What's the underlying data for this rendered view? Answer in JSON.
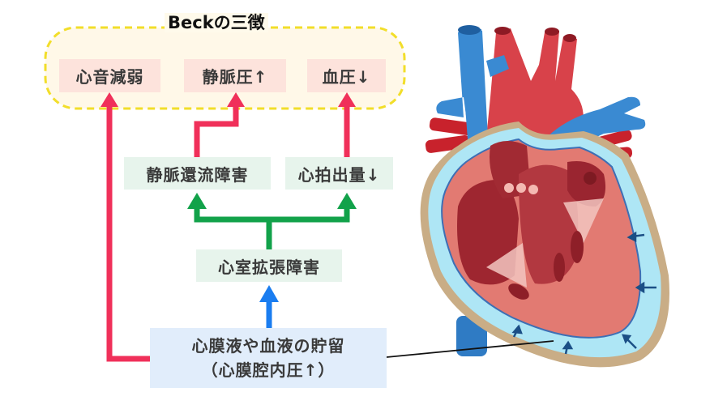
{
  "title": "Beckの三徴",
  "triad": [
    {
      "label": "心音減弱"
    },
    {
      "label": "静脈圧↑"
    },
    {
      "label": "血圧↓"
    }
  ],
  "intermediate": [
    {
      "label": "静脈還流障害"
    },
    {
      "label": "心拍出量↓"
    }
  ],
  "mechanism": {
    "label": "心室拡張障害"
  },
  "cause": {
    "line1": "心膜液や血液の貯留",
    "line2": "（心膜腔内圧↑）"
  },
  "colors": {
    "red_arrow": "#f0305a",
    "green_arrow": "#12a24a",
    "blue_arrow": "#1a7df0",
    "dashed_border": "#f2de2a",
    "triad_bg": "#fde3dc",
    "group_bg": "#fff8e8",
    "green_box_bg": "#e7f4ec",
    "blue_box_bg": "#e1edfb",
    "pericardial_fluid": "#aee6f5"
  },
  "illustration": {
    "name": "heart-with-pericardial-effusion"
  }
}
